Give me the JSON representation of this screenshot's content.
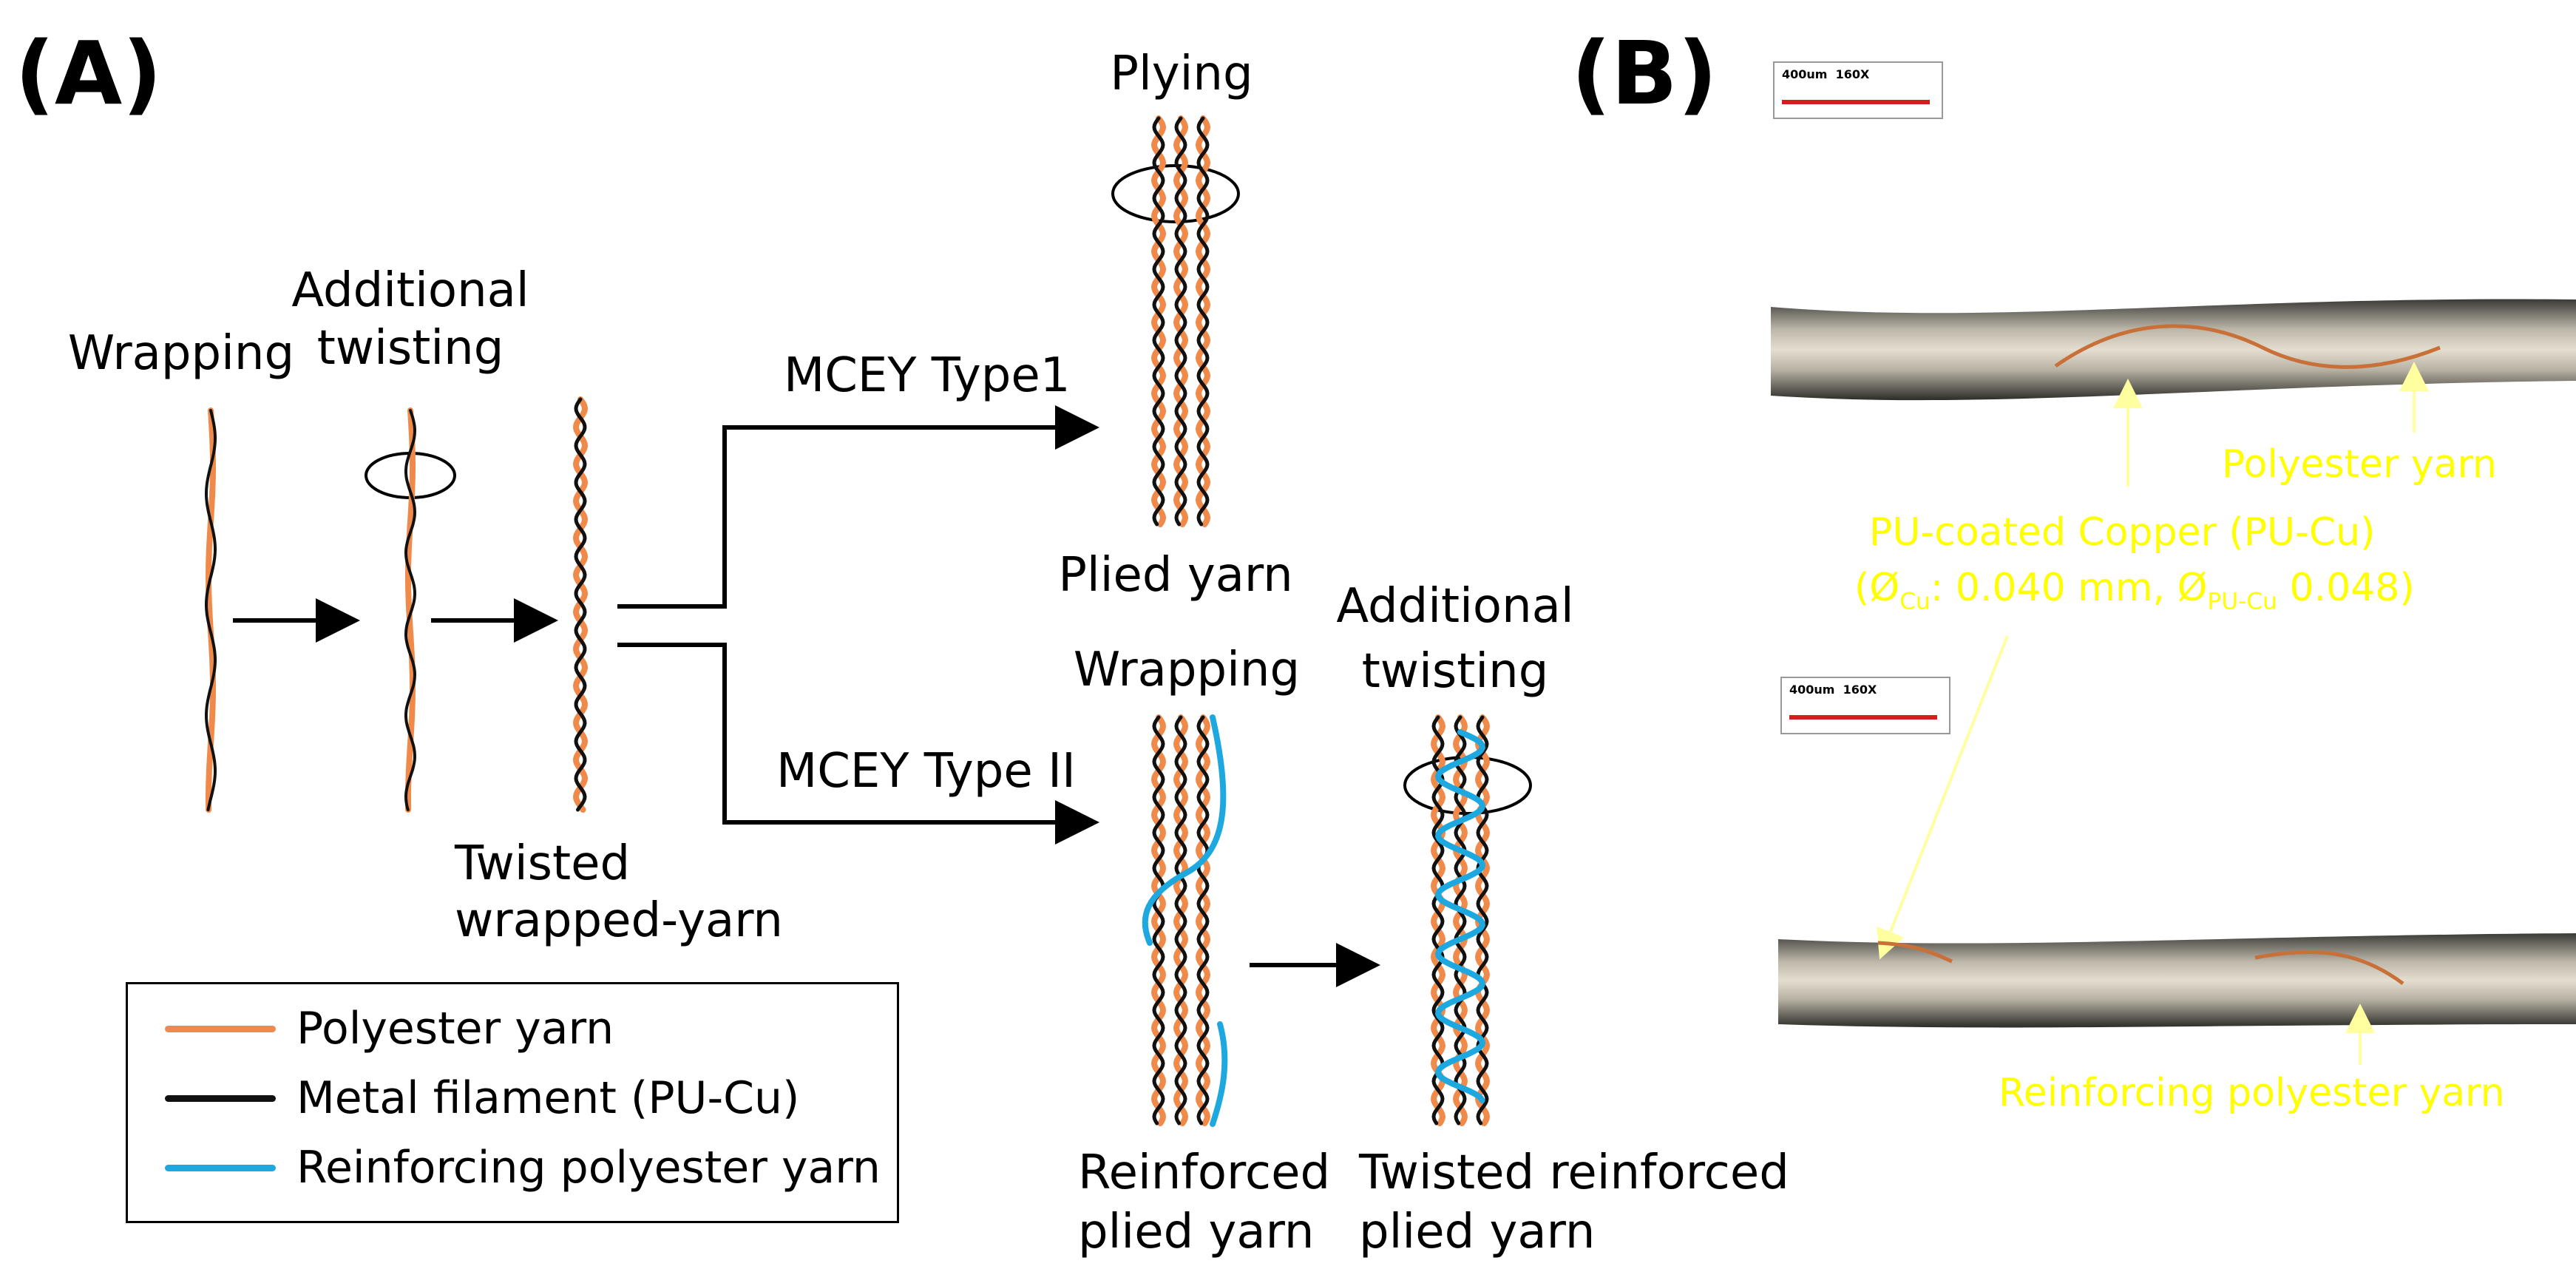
{
  "panel_a": {
    "letter": "(A)",
    "step_wrapping": "Wrapping",
    "step_additional_twisting_1": "Additional",
    "step_additional_twisting_2": "twisting",
    "twisted_wrapped_1": "Twisted",
    "twisted_wrapped_2": "wrapped-yarn",
    "branch_type1": "MCEY Type1",
    "branch_type2": "MCEY Type II",
    "plying": "Plying",
    "plied_yarn": "Plied yarn",
    "wrapping_2": "Wrapping",
    "additional_2a": "Additional",
    "additional_2b": "twisting",
    "reinforced_1": "Reinforced",
    "reinforced_2": "plied yarn",
    "twisted_reinforced_1": "Twisted reinforced",
    "twisted_reinforced_2": "plied yarn"
  },
  "legend": {
    "items": [
      {
        "label": "Polyester yarn",
        "color": "#f08a4b"
      },
      {
        "label": "Metal filament (PU-Cu)",
        "color": "#111111"
      },
      {
        "label": "Reinforcing polyester yarn",
        "color": "#1ea8e0"
      }
    ]
  },
  "panel_b": {
    "letter": "(B)",
    "photo1_title": "MCEY Type1",
    "photo2_title": "MCEY Type II",
    "scalebar_text": "400um  160X",
    "label_polyester": "Polyester yarn",
    "label_pucu_1": "PU-coated Copper (PU-Cu)",
    "label_pucu_2_prefix": "(Ø",
    "label_pucu_2_sub1": "Cu",
    "label_pucu_2_mid": ": 0.040 mm, Ø",
    "label_pucu_2_sub2": "PU-Cu",
    "label_pucu_2_end": " 0.048)",
    "label_reinforcing": "Reinforcing polyester yarn"
  },
  "colors": {
    "polyester": "#f08a4b",
    "metal": "#111111",
    "reinforcing": "#1ea8e0",
    "annotation": "#ffff00",
    "photo_bg": "#000000"
  }
}
